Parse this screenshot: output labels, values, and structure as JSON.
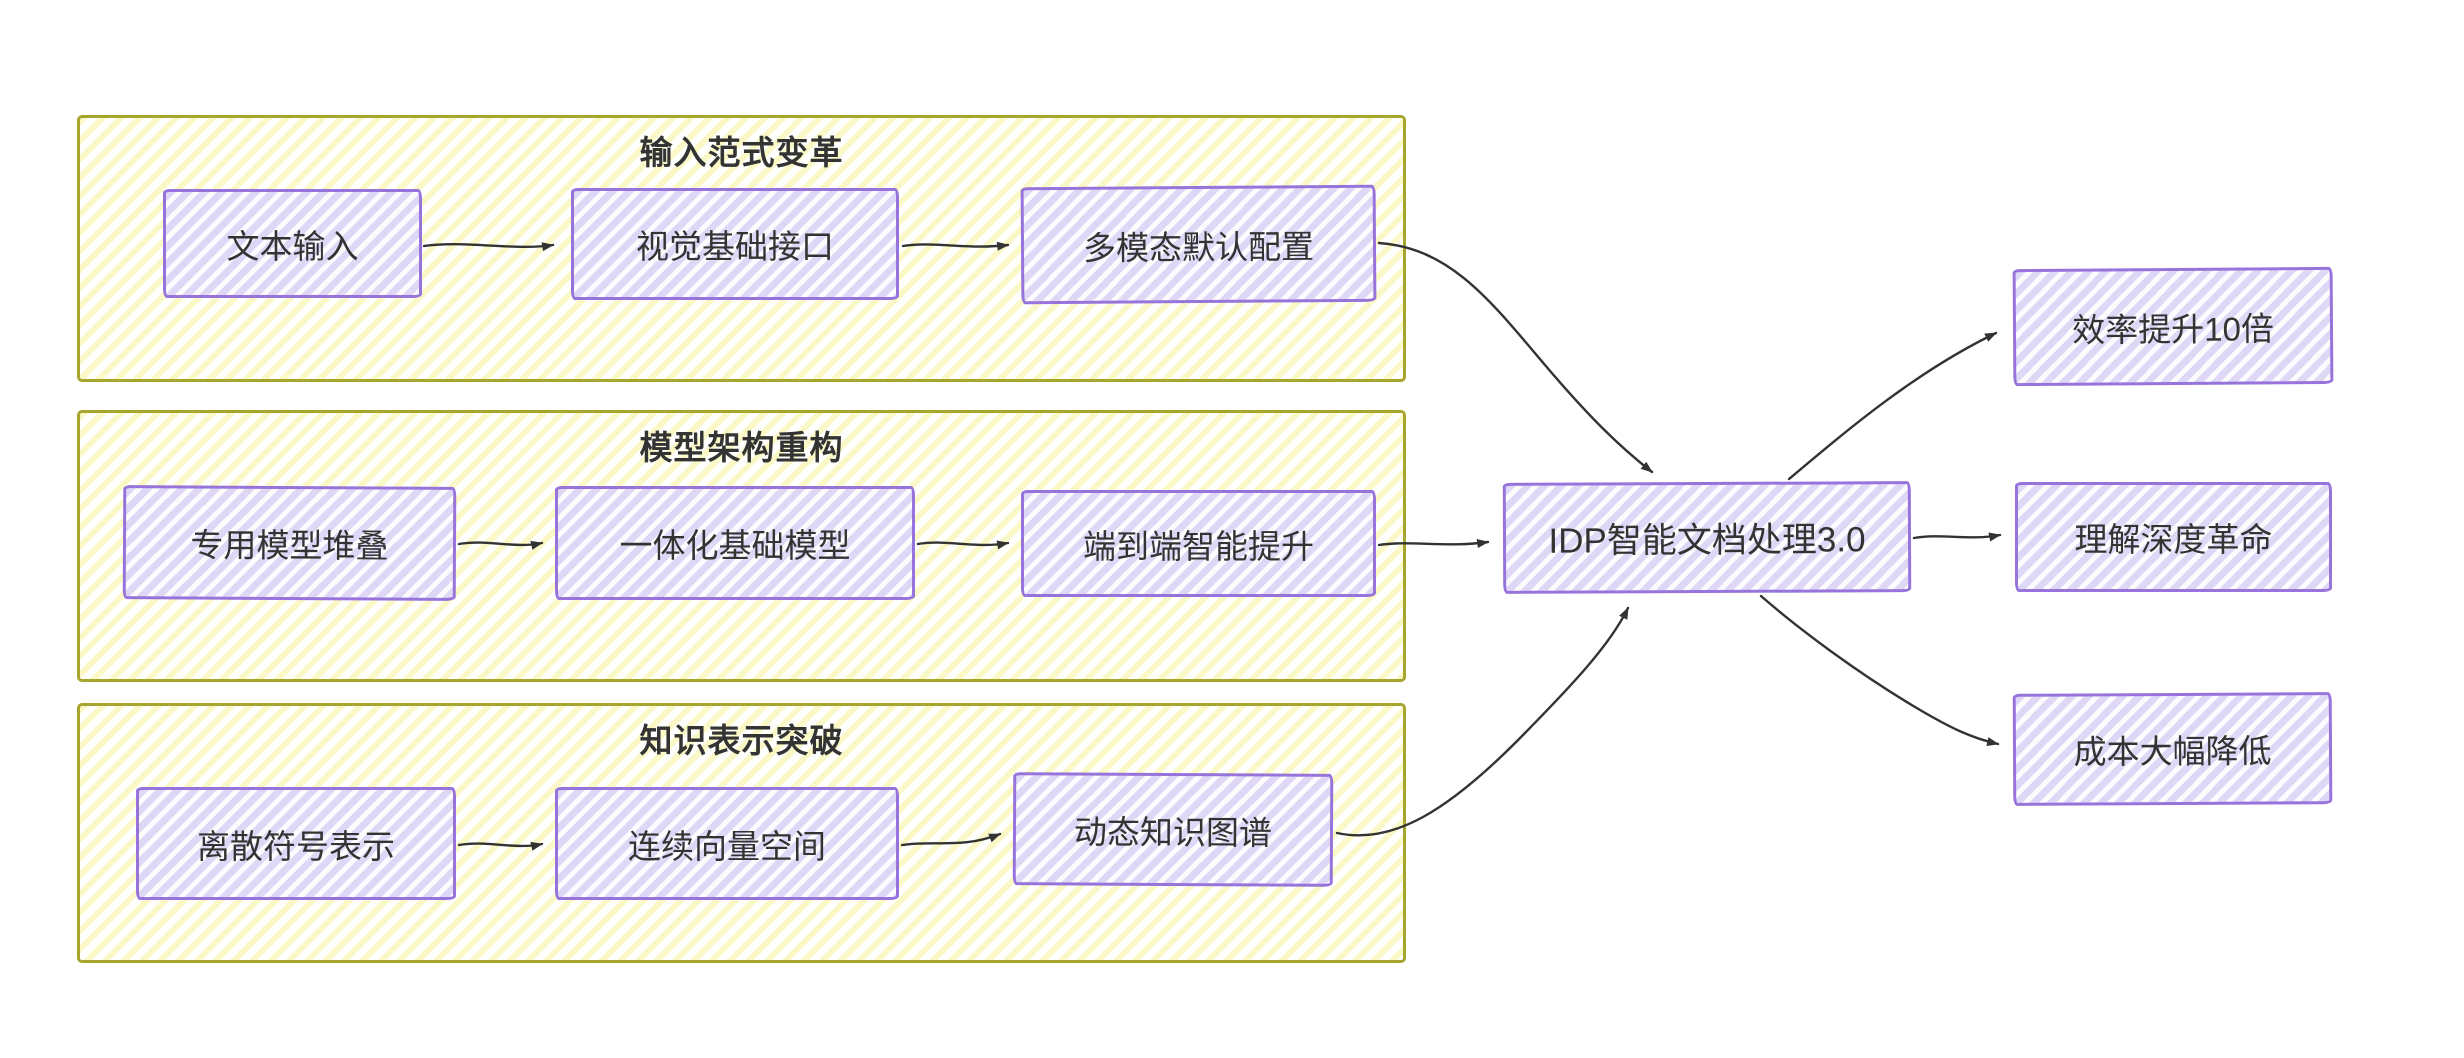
{
  "diagram": {
    "type": "flowchart",
    "background": "#ffffff",
    "colors": {
      "group_border": "#a6a62f",
      "group_hatch": "#faf8c6",
      "node_border": "#9674dc",
      "node_hatch": "#ded7f6",
      "text": "#333333",
      "arrow": "#333333"
    },
    "groups": [
      {
        "title": "输入范式变革",
        "nodes": [
          {
            "label": "文本输入"
          },
          {
            "label": "视觉基础接口"
          },
          {
            "label": "多模态默认配置"
          }
        ]
      },
      {
        "title": "模型架构重构",
        "nodes": [
          {
            "label": "专用模型堆叠"
          },
          {
            "label": "一体化基础模型"
          },
          {
            "label": "端到端智能提升"
          }
        ]
      },
      {
        "title": "知识表示突破",
        "nodes": [
          {
            "label": "离散符号表示"
          },
          {
            "label": "连续向量空间"
          },
          {
            "label": "动态知识图谱"
          }
        ]
      }
    ],
    "center": {
      "label": "IDP智能文档处理3.0"
    },
    "outputs": [
      {
        "label": "效率提升10倍"
      },
      {
        "label": "理解深度革命"
      },
      {
        "label": "成本大幅降低"
      }
    ],
    "edges": [
      {
        "from": "文本输入",
        "to": "视觉基础接口"
      },
      {
        "from": "视觉基础接口",
        "to": "多模态默认配置"
      },
      {
        "from": "专用模型堆叠",
        "to": "一体化基础模型"
      },
      {
        "from": "一体化基础模型",
        "to": "端到端智能提升"
      },
      {
        "from": "离散符号表示",
        "to": "连续向量空间"
      },
      {
        "from": "连续向量空间",
        "to": "动态知识图谱"
      },
      {
        "from": "多模态默认配置",
        "to": "IDP智能文档处理3.0"
      },
      {
        "from": "端到端智能提升",
        "to": "IDP智能文档处理3.0"
      },
      {
        "from": "动态知识图谱",
        "to": "IDP智能文档处理3.0"
      },
      {
        "from": "IDP智能文档处理3.0",
        "to": "效率提升10倍"
      },
      {
        "from": "IDP智能文档处理3.0",
        "to": "理解深度革命"
      },
      {
        "from": "IDP智能文档处理3.0",
        "to": "成本大幅降低"
      }
    ]
  }
}
